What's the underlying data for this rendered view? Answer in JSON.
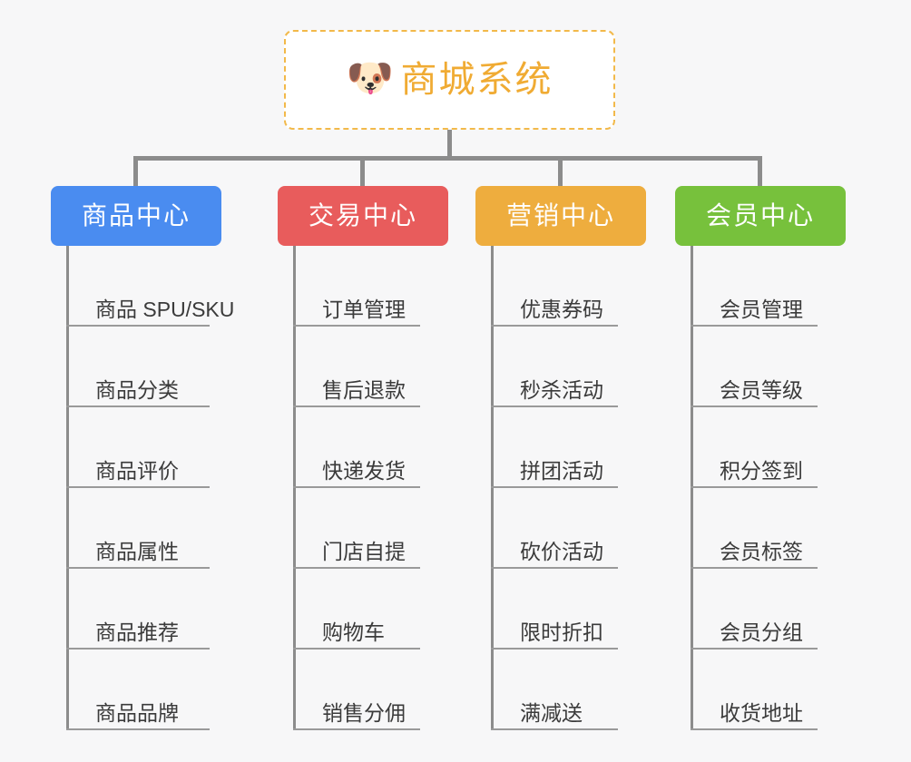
{
  "root": {
    "icon": "shiba-dog-face-emoji",
    "emoji": "🐶",
    "title": "商城系统",
    "border_color": "#f2b94a",
    "text_color": "#f0ab33",
    "background": "#ffffff"
  },
  "canvas": {
    "background": "#f7f7f8",
    "connector_color": "#8c8c8c",
    "leaf_rule_color": "#9a9a9a",
    "leaf_text_color": "#3b3b3b"
  },
  "columns": [
    {
      "id": "product-center",
      "label": "商品中心",
      "color": "#4a8cf0",
      "items": [
        "商品 SPU/SKU",
        "商品分类",
        "商品评价",
        "商品属性",
        "商品推荐",
        "商品品牌"
      ]
    },
    {
      "id": "trade-center",
      "label": "交易中心",
      "color": "#e85c5c",
      "items": [
        "订单管理",
        "售后退款",
        "快递发货",
        "门店自提",
        "购物车",
        "销售分佣"
      ]
    },
    {
      "id": "marketing-center",
      "label": "营销中心",
      "color": "#eead3e",
      "items": [
        "优惠券码",
        "秒杀活动",
        "拼团活动",
        "砍价活动",
        "限时折扣",
        "满减送"
      ]
    },
    {
      "id": "member-center",
      "label": "会员中心",
      "color": "#77c13c",
      "items": [
        "会员管理",
        "会员等级",
        "积分签到",
        "会员标签",
        "会员分组",
        "收货地址"
      ]
    }
  ]
}
